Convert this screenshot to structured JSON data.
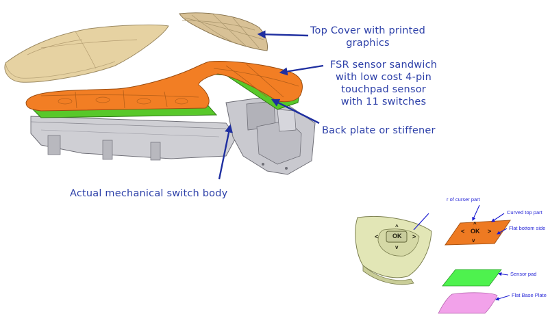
{
  "labels": {
    "top_cover_line1": "Top Cover with printed",
    "top_cover_line2": "graphics",
    "fsr_line1": "FSR sensor sandwich",
    "fsr_line2": "with low cost 4-pin",
    "fsr_line3": "touchpad sensor",
    "fsr_line4": "with 11 switches",
    "back_plate": "Back plate or stiffener",
    "switch_body": "Actual mechanical switch body"
  },
  "inset": {
    "cursor_part": "r of curser part",
    "curved_top": "Curved top part",
    "flat_bottom": "Flat bottom side",
    "sensor_pad": "Sensor pad",
    "base_plate": "Flat Base Plate"
  },
  "keys": {
    "ok": "OK",
    "up": "^",
    "down": "v",
    "left": "<",
    "right": ">"
  },
  "colors": {
    "label_text": "#2c3fa8",
    "leader_line": "#1f2fa0",
    "cover": "#e3cfa0",
    "fsr_orange": "#f07820",
    "sensor_green": "#5ad02a",
    "switch_body_gray": "#c8c8cc",
    "inset_cream": "#e4e8b8",
    "inset_orange": "#ef7a22",
    "inset_green": "#4ef24e",
    "inset_pink": "#f2a0e8"
  }
}
